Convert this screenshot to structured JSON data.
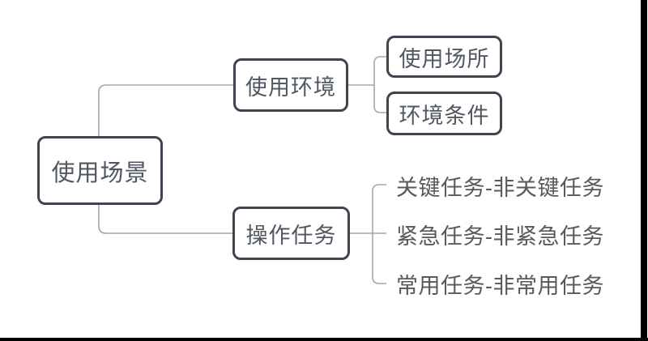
{
  "diagram": {
    "type": "mindmap",
    "root": {
      "label": "使用场景"
    },
    "branches": [
      {
        "label": "使用环境",
        "children": [
          {
            "label": "使用场所"
          },
          {
            "label": "环境条件"
          }
        ]
      },
      {
        "label": "操作任务",
        "children": [
          {
            "label": "关键任务-非关键任务"
          },
          {
            "label": "紧急任务-非紧急任务"
          },
          {
            "label": "常用任务-非常用任务"
          }
        ]
      }
    ]
  },
  "colors": {
    "background": "#ffffff",
    "box_border": "#3e4550",
    "box_text": "#515760",
    "leaf_text": "#595959",
    "connector": "#a6a6a6",
    "frame_border": "#000000"
  }
}
